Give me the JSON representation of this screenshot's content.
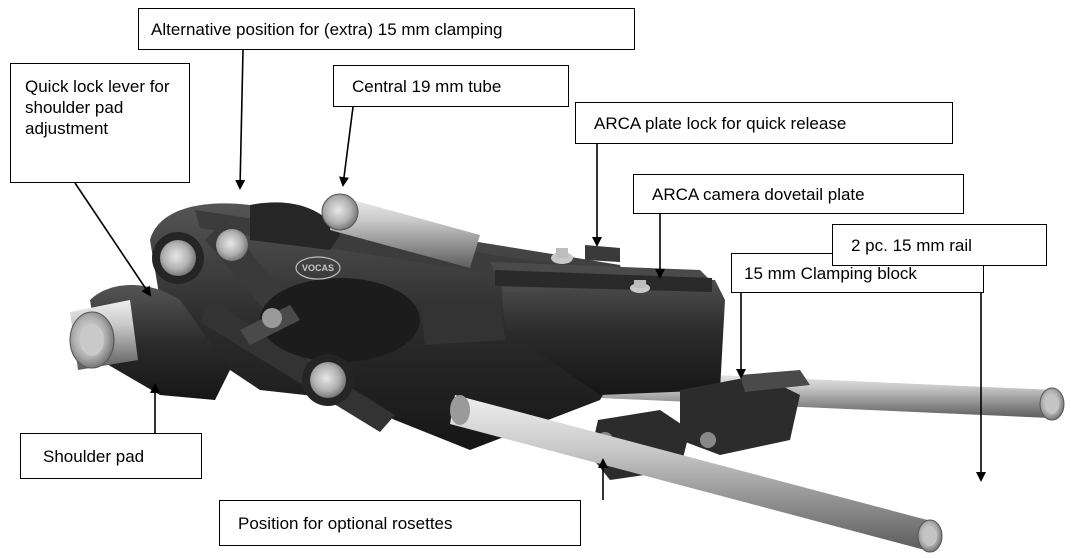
{
  "callouts": {
    "alt_position": "Alternative position for (extra) 15 mm clamping",
    "quick_lock": "Quick lock lever for shoulder pad adjustment",
    "central_tube": "Central 19 mm tube",
    "arca_lock": "ARCA plate lock for quick release",
    "arca_plate": "ARCA camera dovetail plate",
    "clamping_block": "15 mm Clamping block",
    "rail": "2 pc. 15 mm rail",
    "shoulder_pad": "Shoulder pad",
    "rosettes": "Position for optional rosettes"
  },
  "brand": {
    "logo": "VOCAS"
  },
  "colors": {
    "line": "#000000",
    "metal_dark": "#2a2a2a",
    "metal_mid": "#444444",
    "steel": "#b5b5b5"
  }
}
